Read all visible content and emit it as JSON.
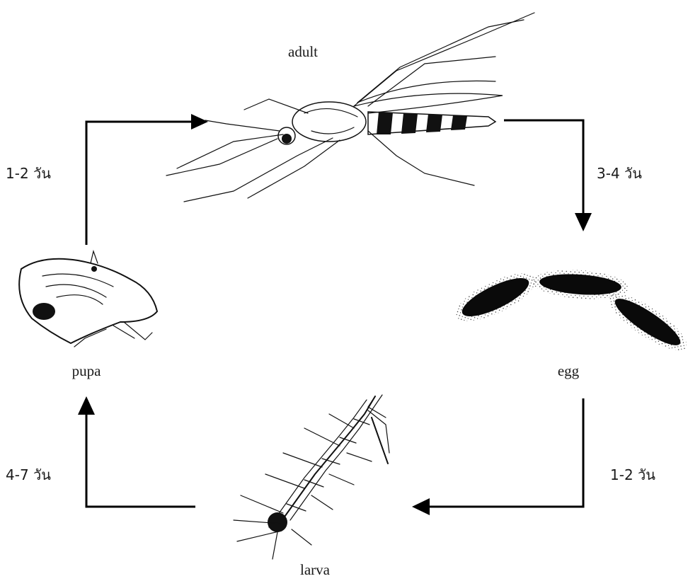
{
  "stages": {
    "adult": "adult",
    "egg": "egg",
    "larva": "larva",
    "pupa": "pupa"
  },
  "durations": {
    "pupa_to_adult": "1-2 วัน",
    "adult_to_egg": "3-4 วัน",
    "egg_to_larva": "1-2 วัน",
    "larva_to_pupa": "4-7 วัน"
  },
  "colors": {
    "ink": "#000000",
    "background": "#ffffff"
  },
  "icons": [
    "mosquito-adult-icon",
    "mosquito-egg-icon",
    "mosquito-larva-icon",
    "mosquito-pupa-icon"
  ]
}
